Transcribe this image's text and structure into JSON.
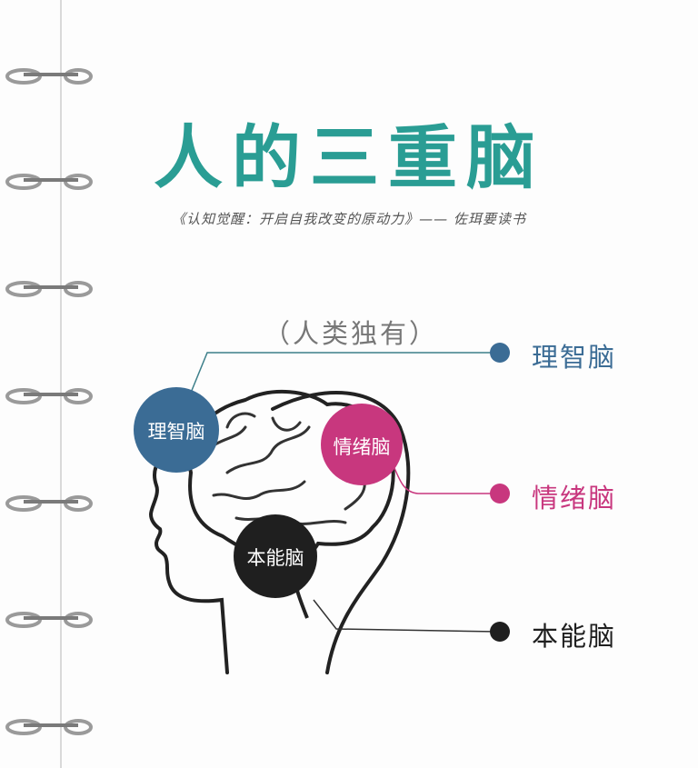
{
  "title": "人的三重脑",
  "subtitle": "《认知觉醒：开启自我改变的原动力》—— 佐珥要读书",
  "note": "（人类独有）",
  "brains": [
    {
      "label": "理智脑",
      "legend": "理智脑",
      "color": "#3b6c95"
    },
    {
      "label": "情绪脑",
      "legend": "情绪脑",
      "color": "#c8377e"
    },
    {
      "label": "本能脑",
      "legend": "本能脑",
      "color": "#1f1f1f"
    }
  ],
  "colors": {
    "title": "#2a9d94",
    "connector_rational": "#3d7f8a",
    "connector_emotional": "#c8377e",
    "connector_instinct": "#333333"
  }
}
